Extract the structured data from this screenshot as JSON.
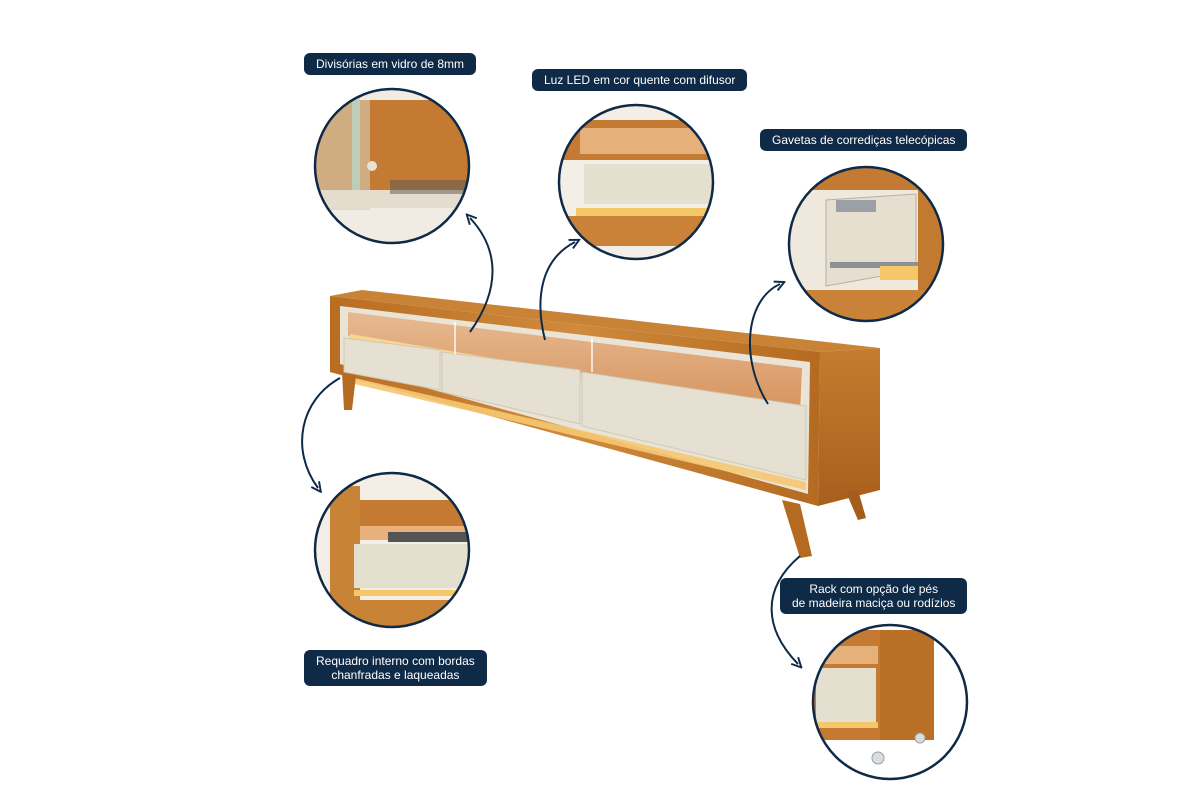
{
  "callouts": {
    "glass": "Divisórias em vidro de 8mm",
    "led": "Luz LED em cor quente com difusor",
    "drawers": "Gavetas de corrediças telecópicas",
    "legs_line1": "Rack com opção de pés",
    "legs_line2": "de madeira maciça ou rodízios",
    "frame_line1": "Requadro interno com bordas",
    "frame_line2": "chanfradas e laqueadas"
  },
  "colors": {
    "label_bg": "#0f2a47",
    "wood": "#c47a2c",
    "lacquer": "#e8e2d4",
    "led": "#f6c56b",
    "arrow": "#0f2a47"
  }
}
